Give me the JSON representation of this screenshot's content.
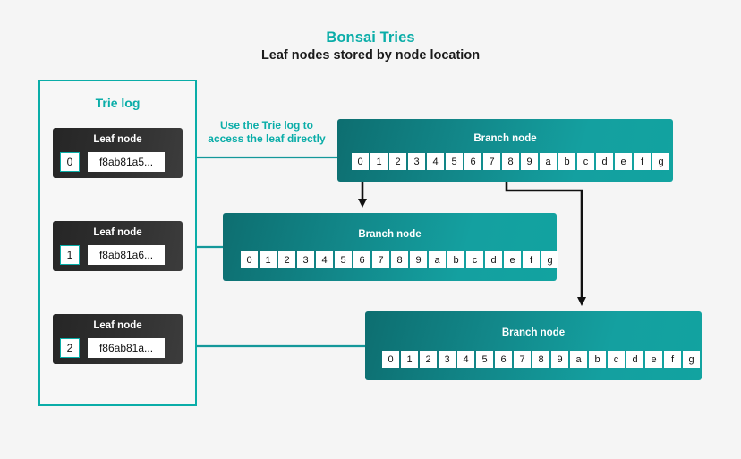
{
  "header": {
    "title": "Bonsai Tries",
    "subtitle": "Leaf nodes stored by node location",
    "title_color": "#0aada8",
    "subtitle_color": "#1b1b1b"
  },
  "background_color": "#f5f5f5",
  "accent_color": "#0aada8",
  "trie_log": {
    "title": "Trie log",
    "border_color": "#0aada8",
    "leaves": [
      {
        "title": "Leaf node",
        "index": "0",
        "value": "f8ab81a5..."
      },
      {
        "title": "Leaf node",
        "index": "1",
        "value": "f8ab81a6..."
      },
      {
        "title": "Leaf node",
        "index": "2",
        "value": "f86ab81a..."
      }
    ]
  },
  "annotation": {
    "line1": "Use the Trie log to",
    "line2": "access the leaf directly",
    "color": "#0aada8"
  },
  "branch_nodes": [
    {
      "title": "Branch node",
      "cells": [
        "0",
        "1",
        "2",
        "3",
        "4",
        "5",
        "6",
        "7",
        "8",
        "9",
        "a",
        "b",
        "c",
        "d",
        "e",
        "f",
        "g"
      ],
      "highlighted_cells": [
        "0",
        "8"
      ]
    },
    {
      "title": "Branch node",
      "cells": [
        "0",
        "1",
        "2",
        "3",
        "4",
        "5",
        "6",
        "7",
        "8",
        "9",
        "a",
        "b",
        "c",
        "d",
        "e",
        "f",
        "g"
      ],
      "highlighted_cells": []
    },
    {
      "title": "Branch node",
      "cells": [
        "0",
        "1",
        "2",
        "3",
        "4",
        "5",
        "6",
        "7",
        "8",
        "9",
        "a",
        "b",
        "c",
        "d",
        "e",
        "f",
        "g"
      ],
      "highlighted_cells": []
    }
  ],
  "connectors": {
    "black_color": "#111111",
    "teal_color": "#14989a",
    "descriptions": [
      "branch-1 cell 0 down to branch-2",
      "branch-1 cell 8 elbow right then down to branch-3",
      "branch-1 left edge to leaf node 0",
      "branch-2 left edge to leaf node 1",
      "branch-3 left edge to leaf node 2"
    ]
  }
}
